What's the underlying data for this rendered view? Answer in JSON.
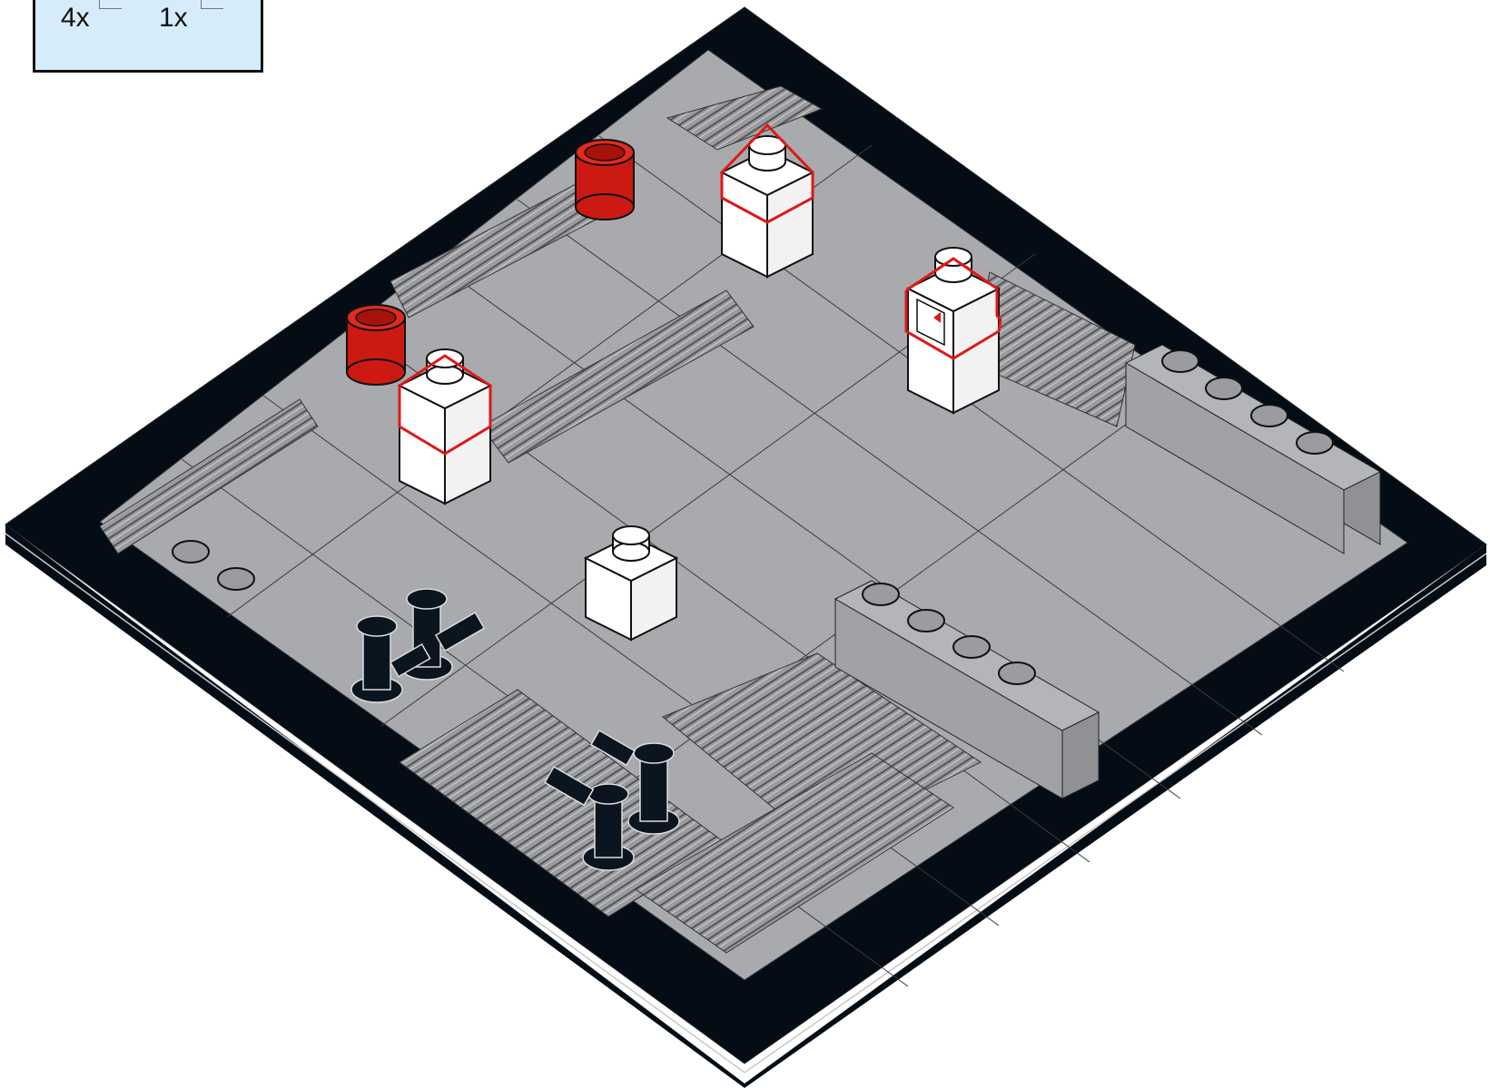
{
  "parts_callout": {
    "items": [
      {
        "quantity": "4x",
        "part_icon": "part-thumbnail-cropped"
      },
      {
        "quantity": "1x",
        "part_icon": "part-thumbnail-cropped"
      }
    ]
  },
  "colors": {
    "baseplate": "#040d16",
    "tile_gray": "#a6a8ab",
    "tile_gray_light": "#b3b5b8",
    "highlight_new_parts": "#e01818",
    "red_round_brick": "#cc1a12",
    "white_brick": "#ffffff"
  },
  "callout_bg": "#d6ecfb"
}
